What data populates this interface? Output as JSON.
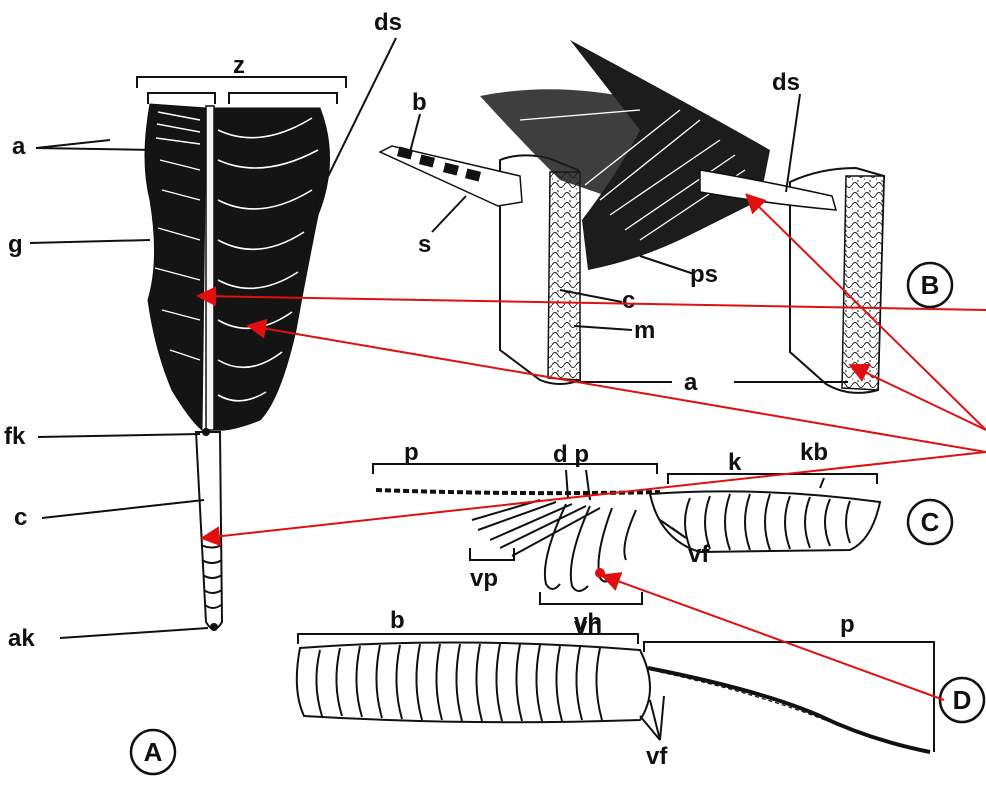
{
  "panels": {
    "A": {
      "title": "A",
      "labels": {
        "z": "z",
        "ds": "ds",
        "a": "a",
        "g": "g",
        "fk": "fk",
        "c": "c",
        "ak": "ak"
      }
    },
    "B": {
      "title": "B",
      "labels": {
        "b": "b",
        "ds": "ds",
        "s": "s",
        "c": "c",
        "ps": "ps",
        "m": "m",
        "a": "a"
      }
    },
    "C": {
      "title": "C",
      "labels": {
        "p": "p",
        "dp": "d p",
        "k": "k",
        "kb": "kb",
        "vp": "vp",
        "vh": "vh",
        "vf": "vf"
      }
    },
    "D": {
      "title": "D",
      "labels": {
        "b": "b",
        "vh": "vh",
        "p": "p",
        "vf": "vf"
      }
    }
  },
  "colors": {
    "ink": "#111111",
    "arrow": "#e01010",
    "background": "#ffffff"
  }
}
